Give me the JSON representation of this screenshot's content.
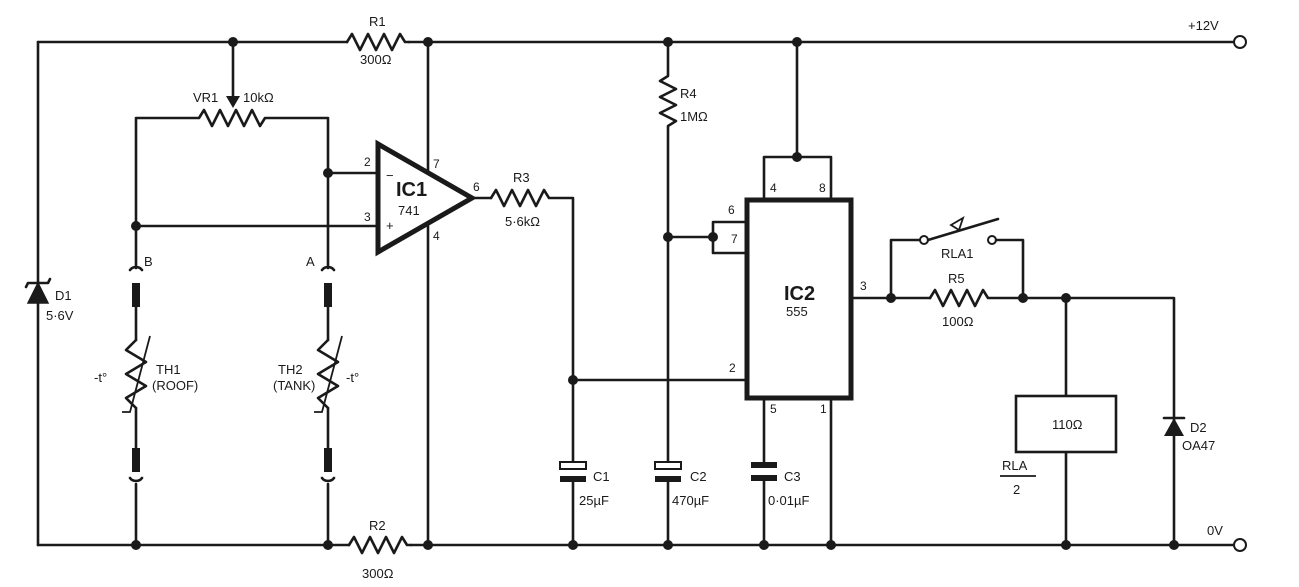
{
  "diagram": {
    "rail_top": "+12V",
    "rail_bottom": "0V",
    "components": {
      "r1": {
        "name": "R1",
        "value": "300Ω"
      },
      "r2": {
        "name": "R2",
        "value": "300Ω"
      },
      "vr1": {
        "name": "VR1",
        "value": "10kΩ"
      },
      "r3": {
        "name": "R3",
        "value": "5·6kΩ"
      },
      "r4": {
        "name": "R4",
        "value": "1MΩ"
      },
      "r5": {
        "name": "R5",
        "value": "100Ω"
      },
      "d1": {
        "name": "D1",
        "value": "5·6V"
      },
      "d2": {
        "name": "D2",
        "value": "OA47"
      },
      "c1": {
        "name": "C1",
        "value": "25µF"
      },
      "c2": {
        "name": "C2",
        "value": "470µF"
      },
      "c3": {
        "name": "C3",
        "value": "0·01µF"
      },
      "ic1": {
        "name": "IC1",
        "type": "741"
      },
      "ic2": {
        "name": "IC2",
        "type": "555"
      },
      "th1": {
        "name": "TH1",
        "desc": "(ROOF)",
        "temp": "-t°"
      },
      "th2": {
        "name": "TH2",
        "desc": "(TANK)",
        "temp": "-t°"
      },
      "rla_coil": {
        "value": "110Ω",
        "name": "RLA",
        "contacts": "2"
      },
      "rla1": {
        "name": "RLA1"
      }
    },
    "points": {
      "a": "A",
      "b": "B"
    },
    "pins": {
      "ic1_2": "2",
      "ic1_3": "3",
      "ic1_6": "6",
      "ic1_7": "7",
      "ic1_4": "4",
      "ic1_minus": "−",
      "ic1_plus": "+",
      "ic2_4": "4",
      "ic2_8": "8",
      "ic2_6": "6",
      "ic2_7": "7",
      "ic2_3": "3",
      "ic2_2": "2",
      "ic2_5": "5",
      "ic2_1": "1"
    }
  }
}
